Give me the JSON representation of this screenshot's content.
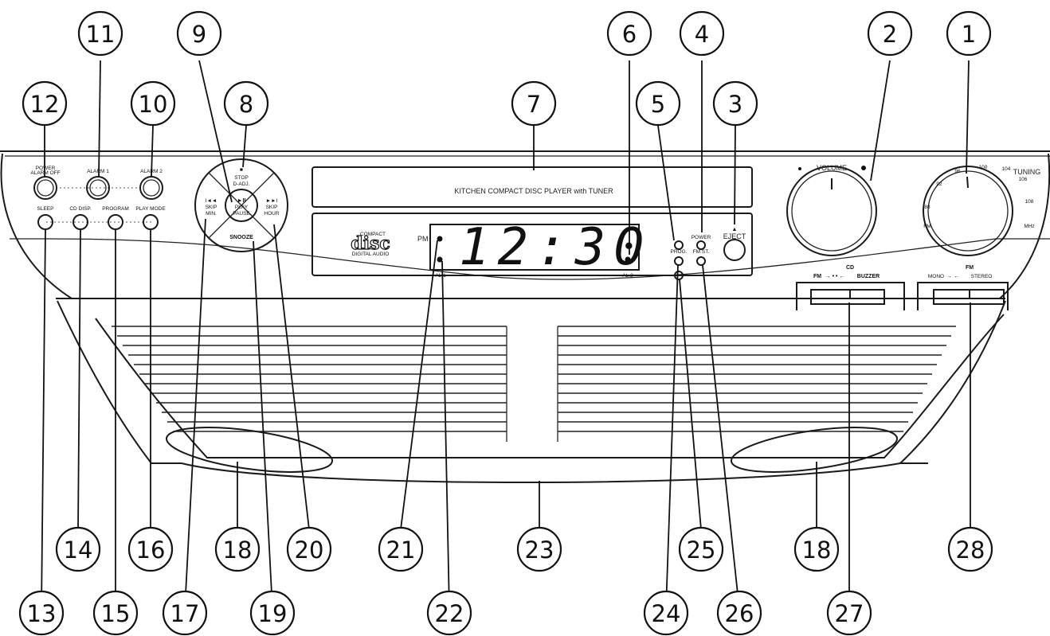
{
  "panel": {
    "alarm_off_label": "POWER\nALARM OFF",
    "alarm1_label": "ALARM 1",
    "alarm2_label": "ALARM 2",
    "sleep_label": "SLEEP",
    "cd_disp_label": "CD DISP.",
    "program_label": "PROGRAM",
    "play_mode_label": "PLAY MODE",
    "stop_label": "STOP",
    "d_adj_label": "D-ADJ.",
    "play_label": "PLAY",
    "pause_label": "PAUSE",
    "skip_min_label": "SKIP\nMIN.",
    "skip_hour_label": "SKIP\nHOUR",
    "snooze_label": "SNOOZE",
    "cd_door_text": "KITCHEN COMPACT DISC PLAYER with TUNER",
    "disc_logo_top": "COMPACT",
    "disc_logo_main": "disc",
    "disc_logo_bottom": "DIGITAL AUDIO",
    "display_time": "12:30",
    "pm_label": "PM",
    "al1_label": "AL.1",
    "al2_label": "AL.2",
    "prog_label": "PROG.",
    "power_label": "POWER",
    "fm_st_label": "FM ST.",
    "eject_label": "EJECT",
    "volume_label": "VOLUME",
    "tuning_label": "TUNING",
    "dial_88": "88",
    "dial_92": "92",
    "dial_96": "96",
    "dial_100": "100",
    "dial_104": "104",
    "dial_106": "106",
    "dial_108": "108",
    "dial_fm": "FM",
    "dial_mhz": "MHz",
    "switch_cd_title": "CD",
    "switch_cd_fm": "FM",
    "switch_cd_buzzer": "BUZZER",
    "switch_fm_title": "FM",
    "switch_fm_mono": "MONO",
    "switch_fm_stereo": "STEREO"
  },
  "callouts": [
    "1",
    "2",
    "3",
    "4",
    "5",
    "6",
    "7",
    "8",
    "9",
    "10",
    "11",
    "12",
    "13",
    "14",
    "15",
    "16",
    "17",
    "18",
    "18",
    "19",
    "20",
    "21",
    "22",
    "23",
    "24",
    "25",
    "26",
    "27",
    "28"
  ]
}
